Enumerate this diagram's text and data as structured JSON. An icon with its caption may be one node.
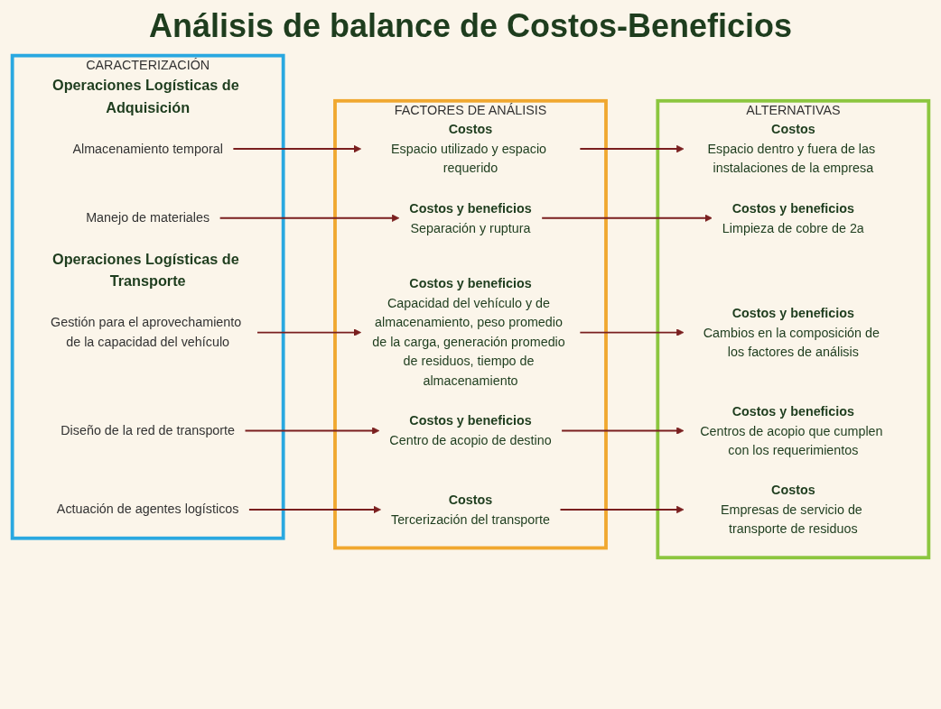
{
  "diagram": {
    "title": "Análisis de balance de Costos-Beneficios",
    "nodes": [
      {
        "text": [
          "CARACTERIZACIÓN"
        ]
      },
      {
        "text": [
          "Operaciones Logísticas de Adquisición"
        ],
        "in": 0
      },
      {
        "text": [
          "Almacenamiento temporal"
        ],
        "in": 0
      },
      {
        "text": [
          "Manejo de materiales"
        ],
        "in": 0
      },
      {
        "text": [
          "Operaciones Logísticas de Transporte"
        ],
        "in": 0
      },
      {
        "text": [
          "Gestión para el aprovechamiento de la capacidad del vehículo"
        ],
        "in": 0
      },
      {
        "text": [
          "Diseño de la red de transporte"
        ],
        "in": 0
      },
      {
        "text": [
          "Actuación de agentes logísticos"
        ],
        "in": 0
      },
      {
        "text": [
          "FACTORES DE ANÁLISIS"
        ]
      },
      {
        "text": [
          "Costos",
          "Espacio utilizado y espacio requerido"
        ],
        "in": 8
      },
      {
        "text": [
          "Costos y beneficios",
          "Separación y ruptura"
        ],
        "in": 8
      },
      {
        "text": [
          "Costos y beneficios",
          "Capacidad del vehículo y de almacenamiento, peso promedio de la carga, generación promedio de residuos, tiempo de almacenamiento"
        ],
        "in": 8
      },
      {
        "text": [
          "Costos y beneficios",
          "Centro de acopio de destino"
        ],
        "in": 8
      },
      {
        "text": [
          "Costos",
          "Tercerización del transporte"
        ],
        "in": 8
      },
      {
        "text": [
          "ALTERNATIVAS"
        ]
      },
      {
        "text": [
          "Costos",
          "Espacio dentro y fuera de las instalaciones de la empresa"
        ],
        "in": 14
      },
      {
        "text": [
          "Costos y beneficios",
          "Limpieza de cobre de 2a"
        ],
        "in": 14
      },
      {
        "text": [
          "Costos y beneficios",
          "Cambios en la composición de los factores de análisis"
        ],
        "in": 14
      },
      {
        "text": [
          "Costos y beneficios",
          "Centros de acopio que cumplen con los requerimientos"
        ],
        "in": 14
      },
      {
        "text": [
          "Costos",
          "Empresas de servicio de transporte de residuos"
        ],
        "in": 14
      }
    ],
    "edges": [
      {
        "from": 2,
        "to": 9,
        "arrow": "to"
      },
      {
        "from": 3,
        "to": 10,
        "arrow": "to"
      },
      {
        "from": 5,
        "to": 11,
        "arrow": "to"
      },
      {
        "from": 6,
        "to": 12,
        "arrow": "to"
      },
      {
        "from": 7,
        "to": 13,
        "arrow": "to"
      },
      {
        "from": 9,
        "to": 15,
        "arrow": "to"
      },
      {
        "from": 10,
        "to": 16,
        "arrow": "to"
      },
      {
        "from": 11,
        "to": 17,
        "arrow": "to"
      },
      {
        "from": 12,
        "to": 18,
        "arrow": "to"
      },
      {
        "from": 13,
        "to": 19,
        "arrow": "to"
      }
    ]
  }
}
